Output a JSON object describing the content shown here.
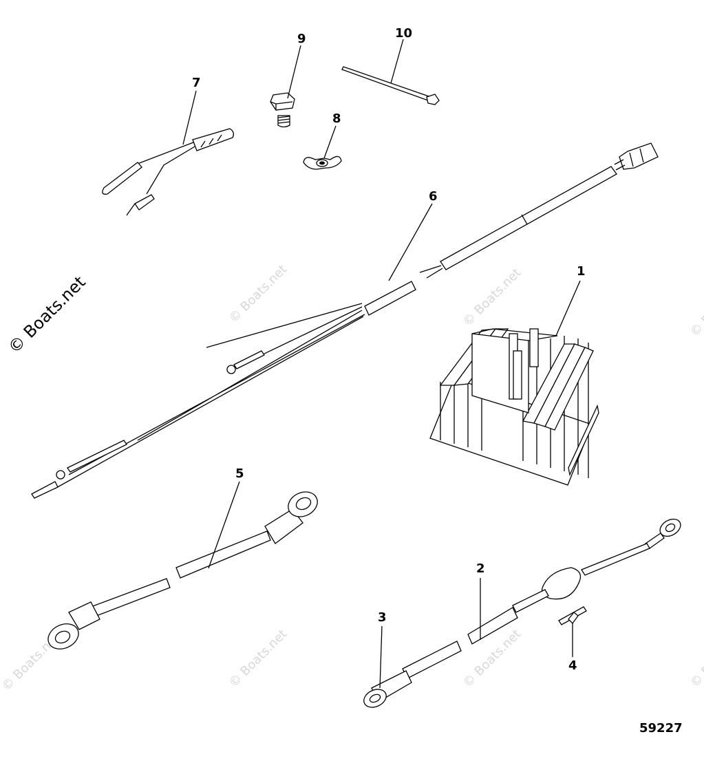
{
  "copyright": "© Boats.net",
  "watermark": "© Boats.net",
  "figure_number": "59227",
  "callouts": [
    {
      "id": "callout-1",
      "label": "1"
    },
    {
      "id": "callout-2",
      "label": "2"
    },
    {
      "id": "callout-3",
      "label": "3"
    },
    {
      "id": "callout-4",
      "label": "4"
    },
    {
      "id": "callout-5",
      "label": "5"
    },
    {
      "id": "callout-6",
      "label": "6"
    },
    {
      "id": "callout-7",
      "label": "7"
    },
    {
      "id": "callout-8",
      "label": "8"
    },
    {
      "id": "callout-9",
      "label": "9"
    },
    {
      "id": "callout-10",
      "label": "10"
    }
  ]
}
